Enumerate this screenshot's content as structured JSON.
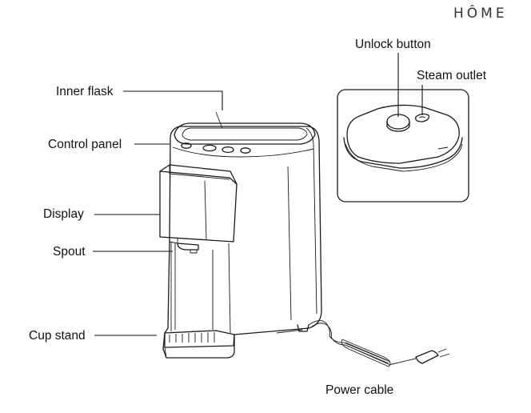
{
  "brand": "HÔME",
  "labels": {
    "inner_flask": "Inner flask",
    "control_panel": "Control panel",
    "display": "Display",
    "spout": "Spout",
    "cup_stand": "Cup stand",
    "unlock_button": "Unlock button",
    "steam_outlet": "Steam outlet",
    "power_cable": "Power cable"
  },
  "icons": [
    "brand-logo",
    "dispenser-illustration",
    "lid-illustration",
    "power-cable-illustration"
  ]
}
